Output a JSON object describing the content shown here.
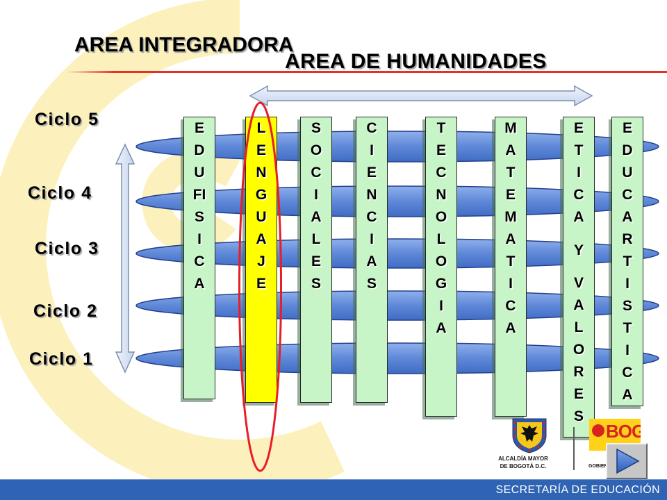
{
  "slide": {
    "title_primary": "AREA INTEGRADORA",
    "title_secondary": "AREA DE HUMANIDADES"
  },
  "cycles": [
    "Ciclo 5",
    "Ciclo 4",
    "Ciclo 3",
    "Ciclo 2",
    "Ciclo 1"
  ],
  "columns": [
    {
      "letters": [
        "E",
        "D",
        "U",
        "FI",
        "S",
        "I",
        "C",
        "A"
      ],
      "fill": "#c8f5c8"
    },
    {
      "letters": [
        "L",
        "E",
        "N",
        "G",
        "U",
        "A",
        "J",
        "E"
      ],
      "fill": "#ffff00"
    },
    {
      "letters": [
        "S",
        "O",
        "C",
        "I",
        "A",
        "L",
        "E",
        "S"
      ],
      "fill": "#c8f5c8"
    },
    {
      "letters": [
        "C",
        "I",
        "E",
        "N",
        "C",
        "I",
        "A",
        "S"
      ],
      "fill": "#c8f5c8"
    },
    {
      "letters": [
        "T",
        "E",
        "C",
        "N",
        "O",
        "L",
        "O",
        "G",
        "I",
        "A"
      ],
      "fill": "#c8f5c8"
    },
    {
      "letters": [
        "M",
        "A",
        "T",
        "E",
        "M",
        "A",
        "T",
        "I",
        "C",
        "A"
      ],
      "fill": "#c8f5c8"
    },
    {
      "letters": [
        "E",
        "T",
        "I",
        "C",
        "A",
        "Y",
        "V",
        "A",
        "L",
        "O",
        "R",
        "E",
        "S"
      ],
      "fill": "#c8f5c8"
    },
    {
      "letters": [
        "E",
        "D",
        "U",
        "C",
        "A",
        "R",
        "T",
        "I",
        "S",
        "T",
        "I",
        "C",
        "A"
      ],
      "fill": "#c8f5c8"
    }
  ],
  "footer": {
    "alcaldia_line1": "ALCALDÍA MAYOR",
    "alcaldia_line2": "DE BOGOTÁ D.C.",
    "bog_logo_text": "BOG",
    "gobierno_text": "GOBIER",
    "secretaria": "SECRETARÍA DE EDUCACIÓN"
  },
  "colors": {
    "ring_fill": "#5f88d8",
    "ring_stroke": "#233f8c",
    "highlight_ring": "#e61e28",
    "title_rule": "#e2332b",
    "footer_bar": "#2f63b3",
    "watermark": "#fcf1bd"
  },
  "icons": {
    "next_slide_button": "play-icon",
    "coat_of_arms": "coat-of-arms-icon",
    "vertical_arrow": "double-arrow-vertical-icon",
    "horizontal_arrow": "double-arrow-horizontal-icon"
  }
}
